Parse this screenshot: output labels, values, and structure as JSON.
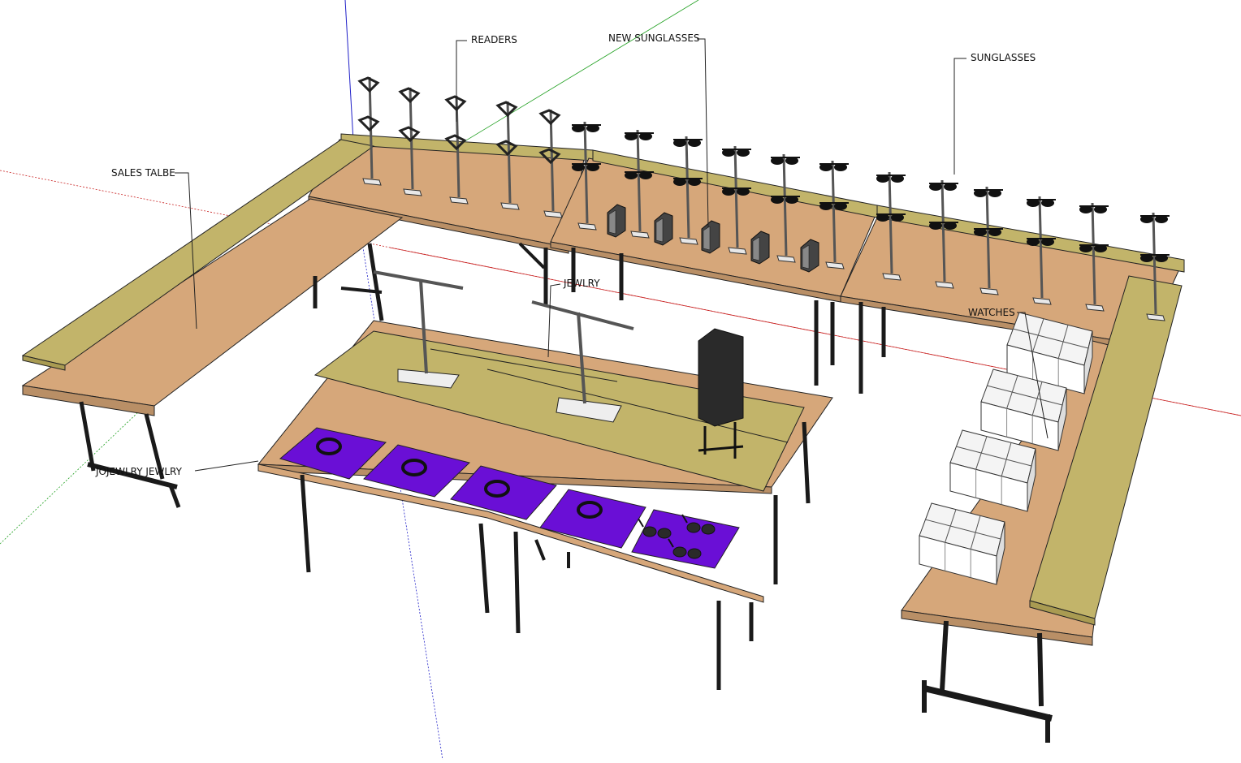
{
  "labels": {
    "readers": "READERS",
    "new_sunglasses": "NEW SUNGLASSES",
    "sunglasses": "SUNGLASSES",
    "sales_table": "SALES TALBE",
    "jewelry_center": "JEWLRY",
    "watches": "WATCHES",
    "jewelry_left": "JOJEWLRY JEWLRY"
  },
  "colors": {
    "tabletop": "#d6a77a",
    "tabletop_edge": "#b98f66",
    "riser": "#c2b46a",
    "riser_side": "#a99b52",
    "leg": "#1a1a1a",
    "jewelry_pad": "#6a0fd6",
    "axis_red": "#c82020",
    "axis_green": "#20a020",
    "axis_blue": "#2020c8"
  },
  "icons": {
    "display_rack": "eyewear-rack-icon",
    "watch_box": "watch-box-icon",
    "bracelet": "bracelet-icon",
    "sunglasses": "sunglasses-icon"
  }
}
